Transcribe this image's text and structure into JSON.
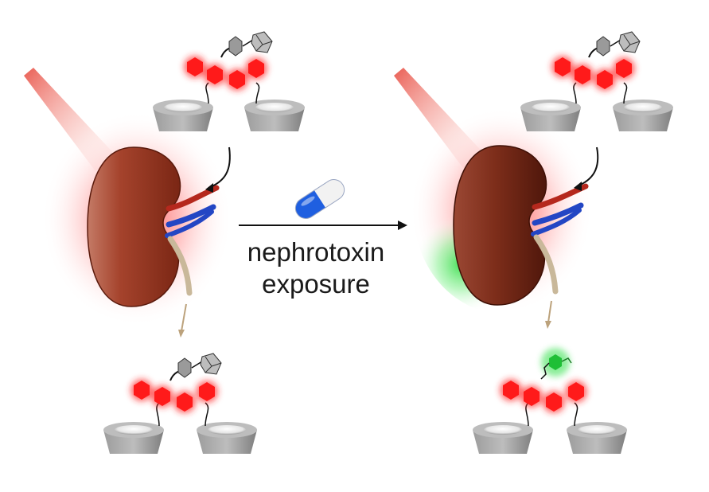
{
  "arrow_label": {
    "line1": "nephrotoxin",
    "line2": "exposure"
  },
  "colors": {
    "fluorescence_red": "#ff1a1a",
    "fluorescence_green": "#22cc33",
    "kidney": "#9a3a24",
    "artery": "#b5281d",
    "vein": "#2346c4",
    "ureter": "#c9b89a",
    "capsule_cap": "#ffffff",
    "capsule_body": "#1f5fe0",
    "cup_grey": "#8f8f8f"
  },
  "icons": [
    "pill-capsule-icon",
    "kidney-icon",
    "cyclodextrin-cup-icon",
    "adamantane-molecule-icon"
  ],
  "panels": [
    {
      "state": "before",
      "kidney_glow": "red",
      "urine_probe_color": "red"
    },
    {
      "state": "after",
      "kidney_glow": "red-green",
      "urine_probe_color": "red-green"
    }
  ]
}
